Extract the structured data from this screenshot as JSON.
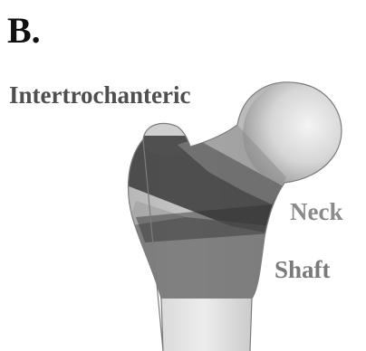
{
  "figure": {
    "panel_label": "B."
  },
  "regions": {
    "intertrochanteric": {
      "label": "Intertrochanteric",
      "color": "#2f2f2f"
    },
    "neck": {
      "label": "Neck",
      "color": "#6e6e6e"
    },
    "shaft": {
      "label": "Shaft",
      "color": "#5e5e5e"
    }
  },
  "colors": {
    "bone_light": "#e8e8e8",
    "bone_mid": "#bdbdbd",
    "bone_dark": "#8c8c8c",
    "band_dark": "#3a3a3a"
  }
}
